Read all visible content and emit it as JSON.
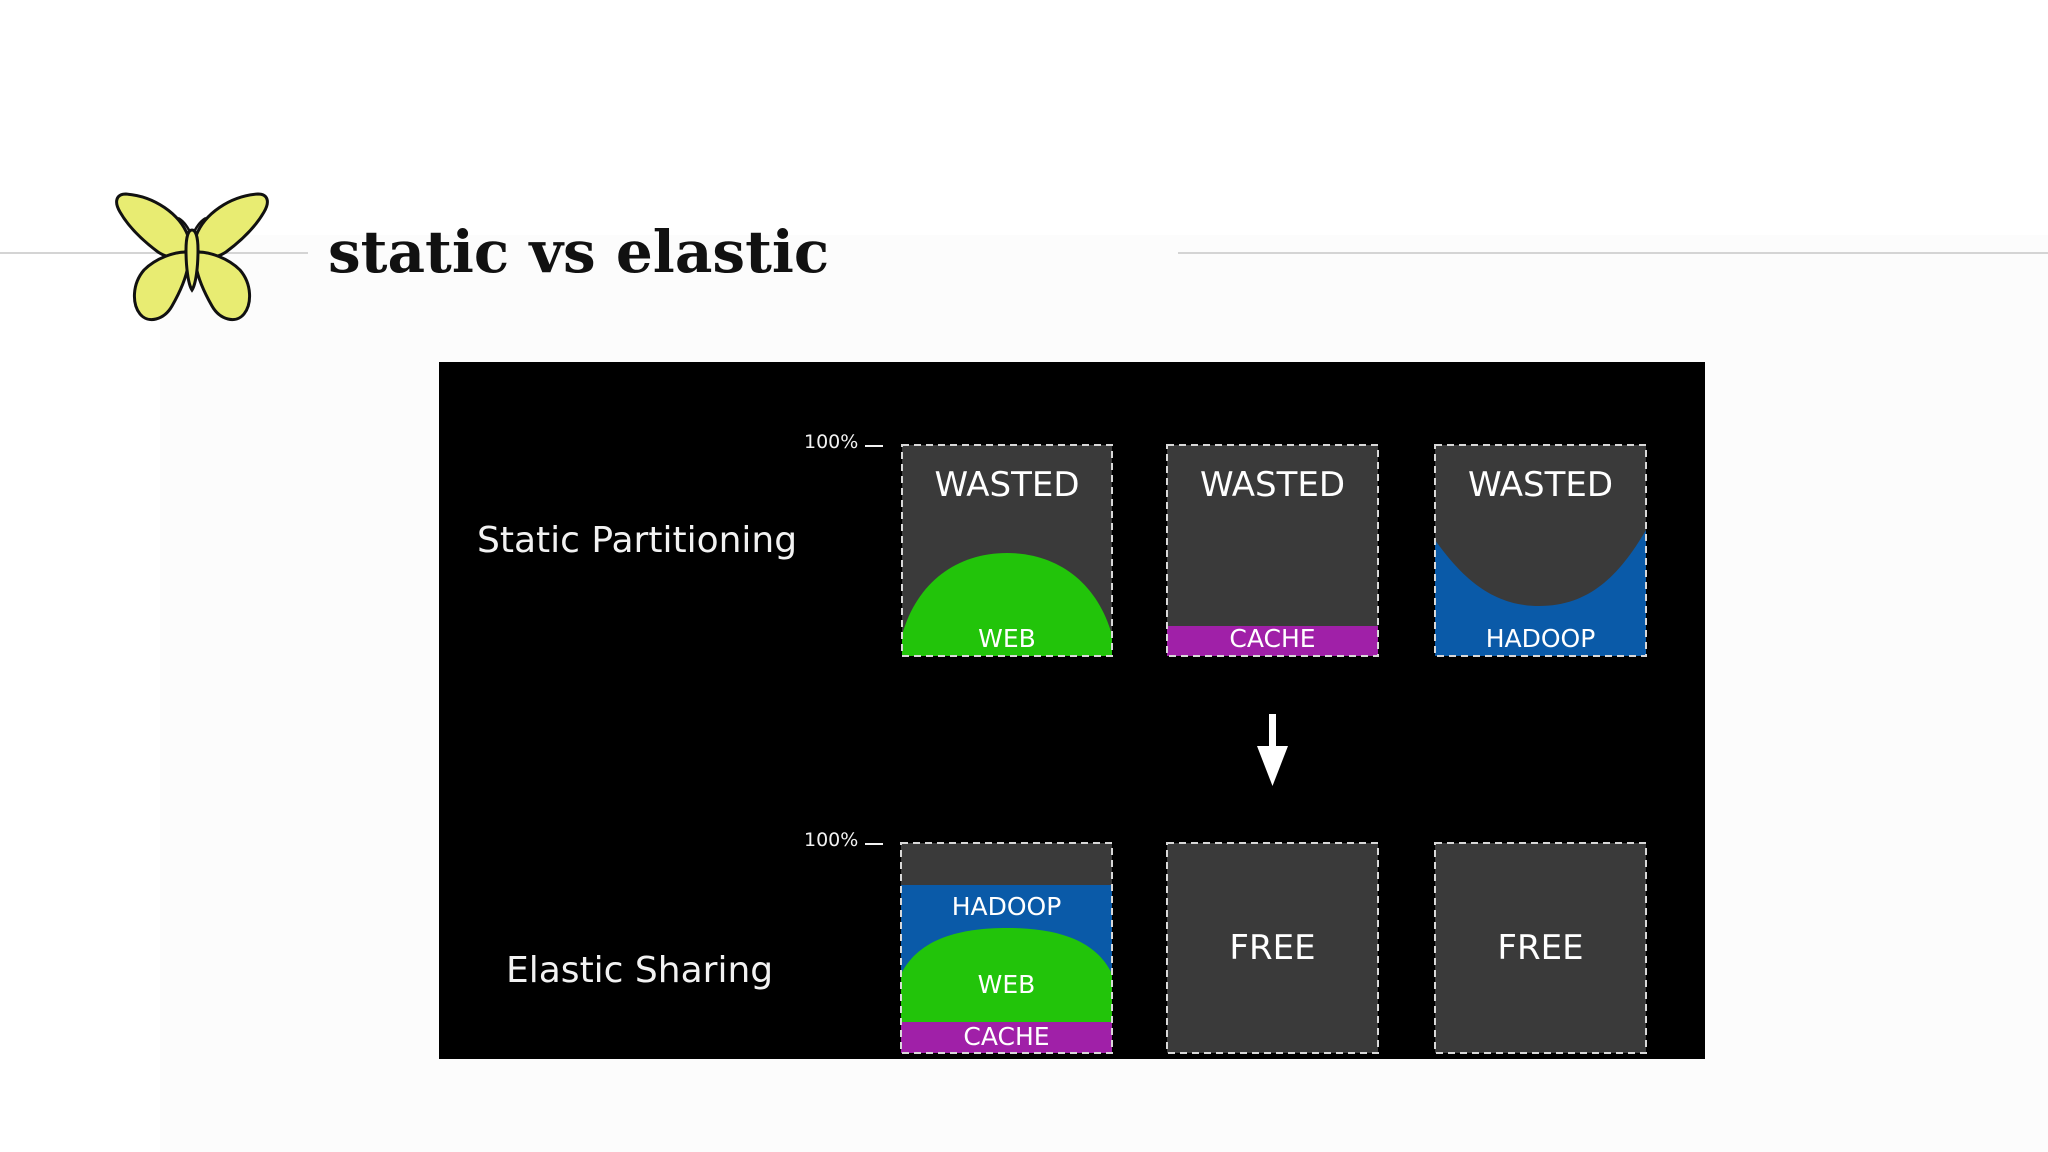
{
  "slide": {
    "title": "static vs elastic"
  },
  "logo": {
    "icon": "butterfly-icon",
    "fill_color": "#e8ec72",
    "stroke_color": "#111111"
  },
  "diagram": {
    "background": "#000000",
    "box_color": "#3a3a3a",
    "colors": {
      "web": "#22c40a",
      "cache": "#a020a8",
      "hadoop": "#0a5aa8"
    },
    "static": {
      "label": "Static Partitioning",
      "scale_label": "100%",
      "boxes": [
        {
          "top_text": "WASTED",
          "bottom_text": "WEB"
        },
        {
          "top_text": "WASTED",
          "bottom_text": "CACHE"
        },
        {
          "top_text": "WASTED",
          "bottom_text": "HADOOP"
        }
      ]
    },
    "arrow_icon": "arrow-down-icon",
    "elastic": {
      "label": "Elastic Sharing",
      "scale_label": "100%",
      "boxes": [
        {
          "layers": [
            "HADOOP",
            "WEB",
            "CACHE"
          ]
        },
        {
          "text": "FREE"
        },
        {
          "text": "FREE"
        }
      ]
    }
  }
}
